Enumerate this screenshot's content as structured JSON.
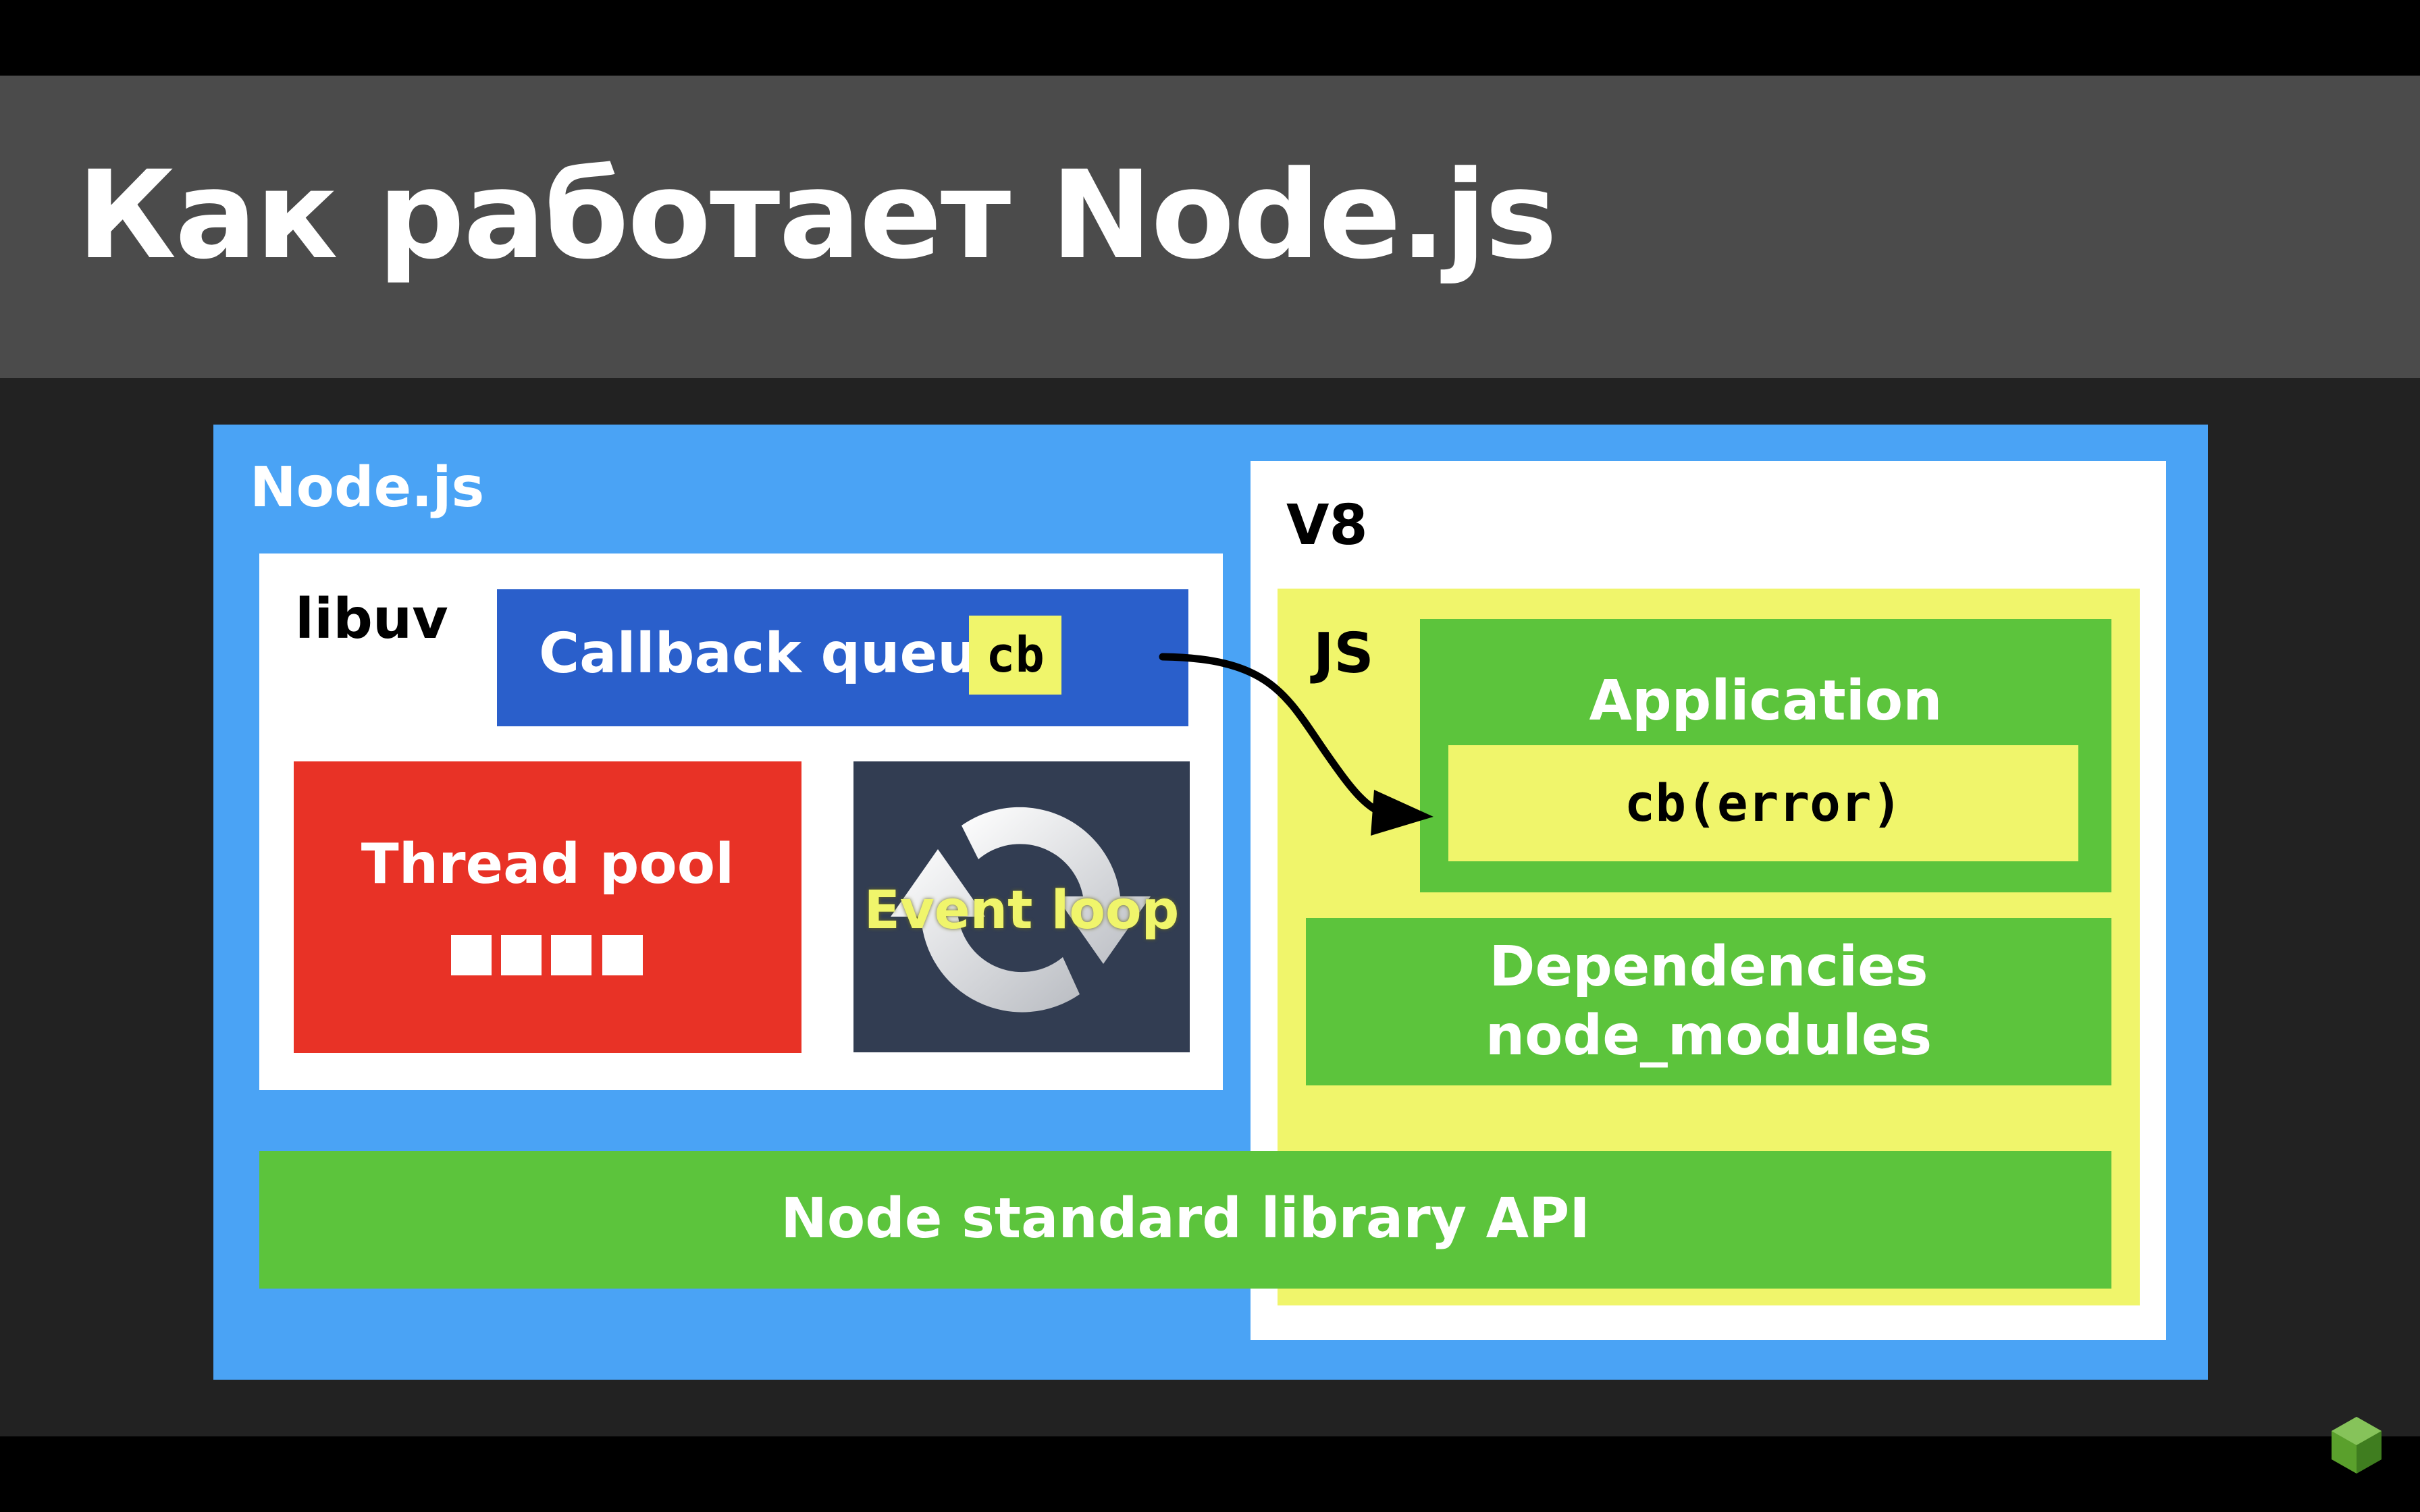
{
  "slide": {
    "title": "Как работает Node.js"
  },
  "diagram": {
    "node_label": "Node.js",
    "libuv": {
      "label": "libuv",
      "callback_queue": "Callback queue",
      "cb_chip": "cb",
      "thread_pool": "Thread pool",
      "thread_pool_slots": 4,
      "event_loop": "Event loop"
    },
    "v8": {
      "label": "V8",
      "js_label": "JS",
      "application": "Application",
      "callback_call": "cb(error)",
      "dependencies_line1": "Dependencies",
      "dependencies_line2": "node_modules"
    },
    "stdlib": "Node standard library API"
  },
  "colors": {
    "title_band": "#4b4b4b",
    "node_blue": "#4aa3f5",
    "callback_blue": "#2a5fcb",
    "thread_red": "#e83226",
    "loop_navy": "#323d52",
    "js_yellow": "#f0f56b",
    "green": "#5cc43c"
  },
  "icons": {
    "event_loop": "circular-arrows-icon",
    "brand": "node-hexagon-icon"
  }
}
